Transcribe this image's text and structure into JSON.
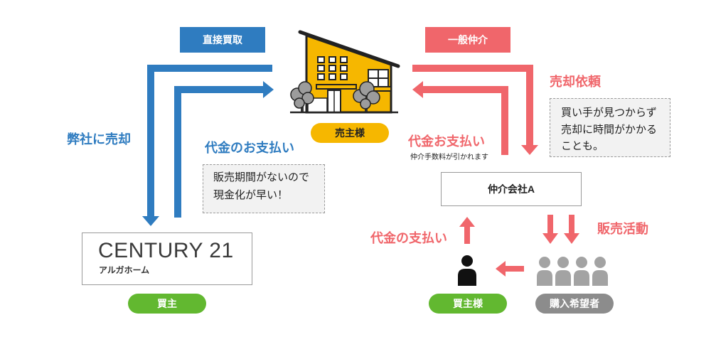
{
  "colors": {
    "blue": "#2f7cc0",
    "red": "#f0666b",
    "yellow": "#f6b700",
    "green": "#62b830",
    "gray_pill": "#8c8c8c",
    "gray_person": "#a3a3a3",
    "dark": "#222222"
  },
  "icons": {
    "seller": "house-icon",
    "trees": "tree-icon",
    "buyer": "person-icon",
    "prospects": "person-group-icon"
  },
  "direct_purchase": {
    "label": "直接買取",
    "sell_to_us": "弊社に売却",
    "payment": "代金のお支払い",
    "note_lines": [
      "販売期間がないので",
      "現金化が早い！"
    ],
    "company": {
      "name": "CENTURY 21",
      "branch": "アルガホーム"
    },
    "buyer_badge": "買主"
  },
  "seller": {
    "badge": "売主様"
  },
  "general_brokerage": {
    "label": "一般仲介",
    "sale_request": "売却依頼",
    "note_lines": [
      "買い手が見つからず",
      "売却に時間がかかる",
      "ことも。"
    ],
    "payment": "代金お支払い",
    "payment_note": "仲介手数料が引かれます",
    "agency": "仲介会社A",
    "sales_activity": "販売活動",
    "buyer_payment": "代金の支払い",
    "buyer_badge": "買主様",
    "prospects_badge": "購入希望者"
  }
}
